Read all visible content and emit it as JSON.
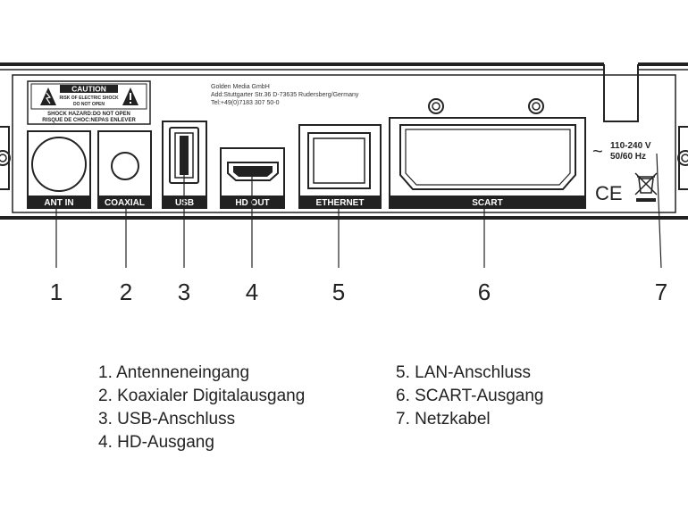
{
  "panel": {
    "caution_title": "CAUTION",
    "caution_line1": "RISK OF ELECTRIC SHOCK",
    "caution_line2": "DO NOT OPEN",
    "shock_line1": "SHOCK HAZARD:DO NOT OPEN",
    "shock_line2": "RISQUE DE CHOC:NEPAS ENLEVER",
    "company": "Golden Media GmbH",
    "address": "Add:Stuttgarter Str.36 D-73635 Rudersberg/Germany",
    "phone": "Tel:+49(0)7183 307 50-0",
    "voltage": "110-240 V",
    "frequency": "50/60 Hz",
    "tilde": "~",
    "ce_mark": "CE"
  },
  "ports": [
    {
      "label": "ANT IN"
    },
    {
      "label": "COAXIAL"
    },
    {
      "label": "USB"
    },
    {
      "label": "HD OUT"
    },
    {
      "label": "ETHERNET"
    },
    {
      "label": "SCART"
    }
  ],
  "callouts": [
    "1",
    "2",
    "3",
    "4",
    "5",
    "6",
    "7"
  ],
  "legend": {
    "left": [
      "1. Antenneneingang",
      "2. Koaxialer Digitalausgang",
      "3. USB-Anschluss",
      "4. HD-Ausgang"
    ],
    "right": [
      "5. LAN-Anschluss",
      "6. SCART-Ausgang",
      "7. Netzkabel"
    ]
  }
}
